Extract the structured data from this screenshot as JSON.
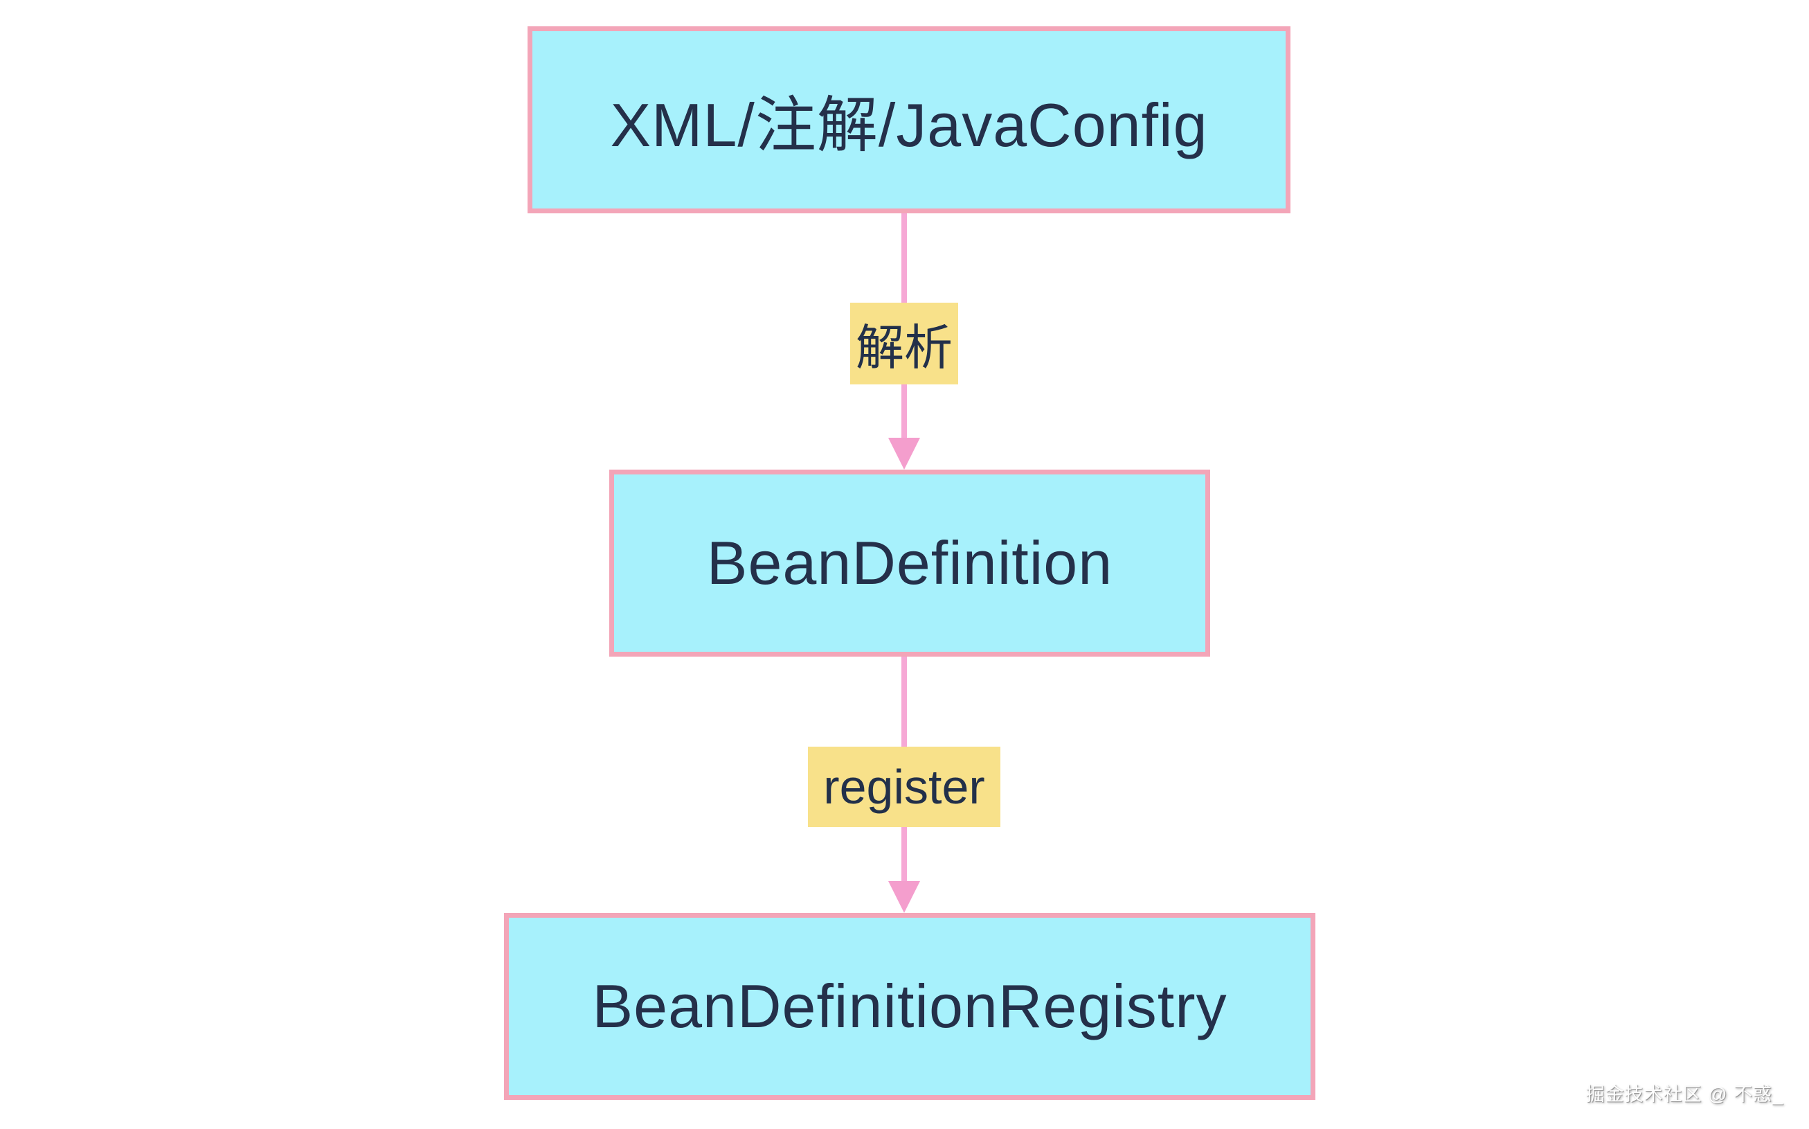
{
  "flowchart": {
    "nodes": [
      {
        "id": "source-config",
        "label": "XML/注解/JavaConfig"
      },
      {
        "id": "bean-definition",
        "label": "BeanDefinition"
      },
      {
        "id": "bean-definition-registry",
        "label": "BeanDefinitionRegistry"
      }
    ],
    "edges": [
      {
        "from": "source-config",
        "to": "bean-definition",
        "label": "解析"
      },
      {
        "from": "bean-definition",
        "to": "bean-definition-registry",
        "label": "register"
      }
    ]
  },
  "watermark": {
    "text": "掘金技术社区 @ 不惑_"
  },
  "colors": {
    "background": "#ffffff",
    "node_fill": "#a7f1fc",
    "node_border": "#f3a5b8",
    "node_text": "#24304a",
    "arrow_line": "#f6a8d5",
    "arrow_head": "#f49ecd",
    "edge_label_bg": "#f8e18a",
    "edge_label_text": "#22304a",
    "watermark_text": "#fdfdfd"
  }
}
